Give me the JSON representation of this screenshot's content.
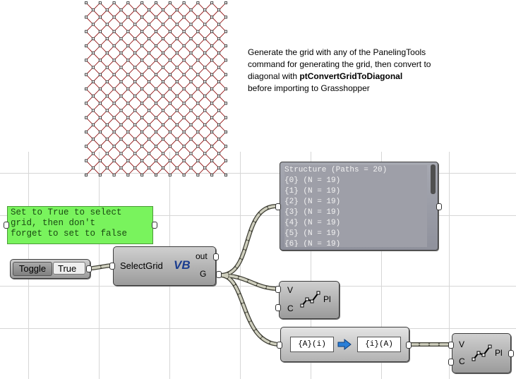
{
  "note": {
    "line1": "Generate the grid with any of the PanelingTools",
    "line2": "command for generating the grid, then convert to",
    "line3_prefix": "diagonal with ",
    "line3_cmd": "ptConvertGridToDiagonal",
    "line4": "before importing to Grasshopper"
  },
  "panel_note": {
    "text": "Set to True to select\ngrid, then don't\nforget to set to false"
  },
  "toggle": {
    "name": "Toggle",
    "value": "True"
  },
  "vb_component": {
    "name": "SelectGrid",
    "out_label": "out",
    "g_label": "G",
    "icon_text": "VB"
  },
  "structure_panel": {
    "header": "Structure (Paths = 20)",
    "rows": [
      "{0} (N = 19)",
      "{1} (N = 19)",
      "{2} (N = 19)",
      "{3} (N = 19)",
      "{4} (N = 19)",
      "{5} (N = 19)",
      "{6} (N = 19)"
    ]
  },
  "polyline1": {
    "in_v": "V",
    "in_c": "C",
    "out": "Pl"
  },
  "polyline2": {
    "in_v": "V",
    "in_c": "C",
    "out": "Pl"
  },
  "path_mapper": {
    "from": "{A}(i)",
    "to": "{i}(A)"
  },
  "colors": {
    "grid_lines": "#8b0000",
    "note_panel": "#79f35d",
    "wire": "#5a5a4a"
  }
}
